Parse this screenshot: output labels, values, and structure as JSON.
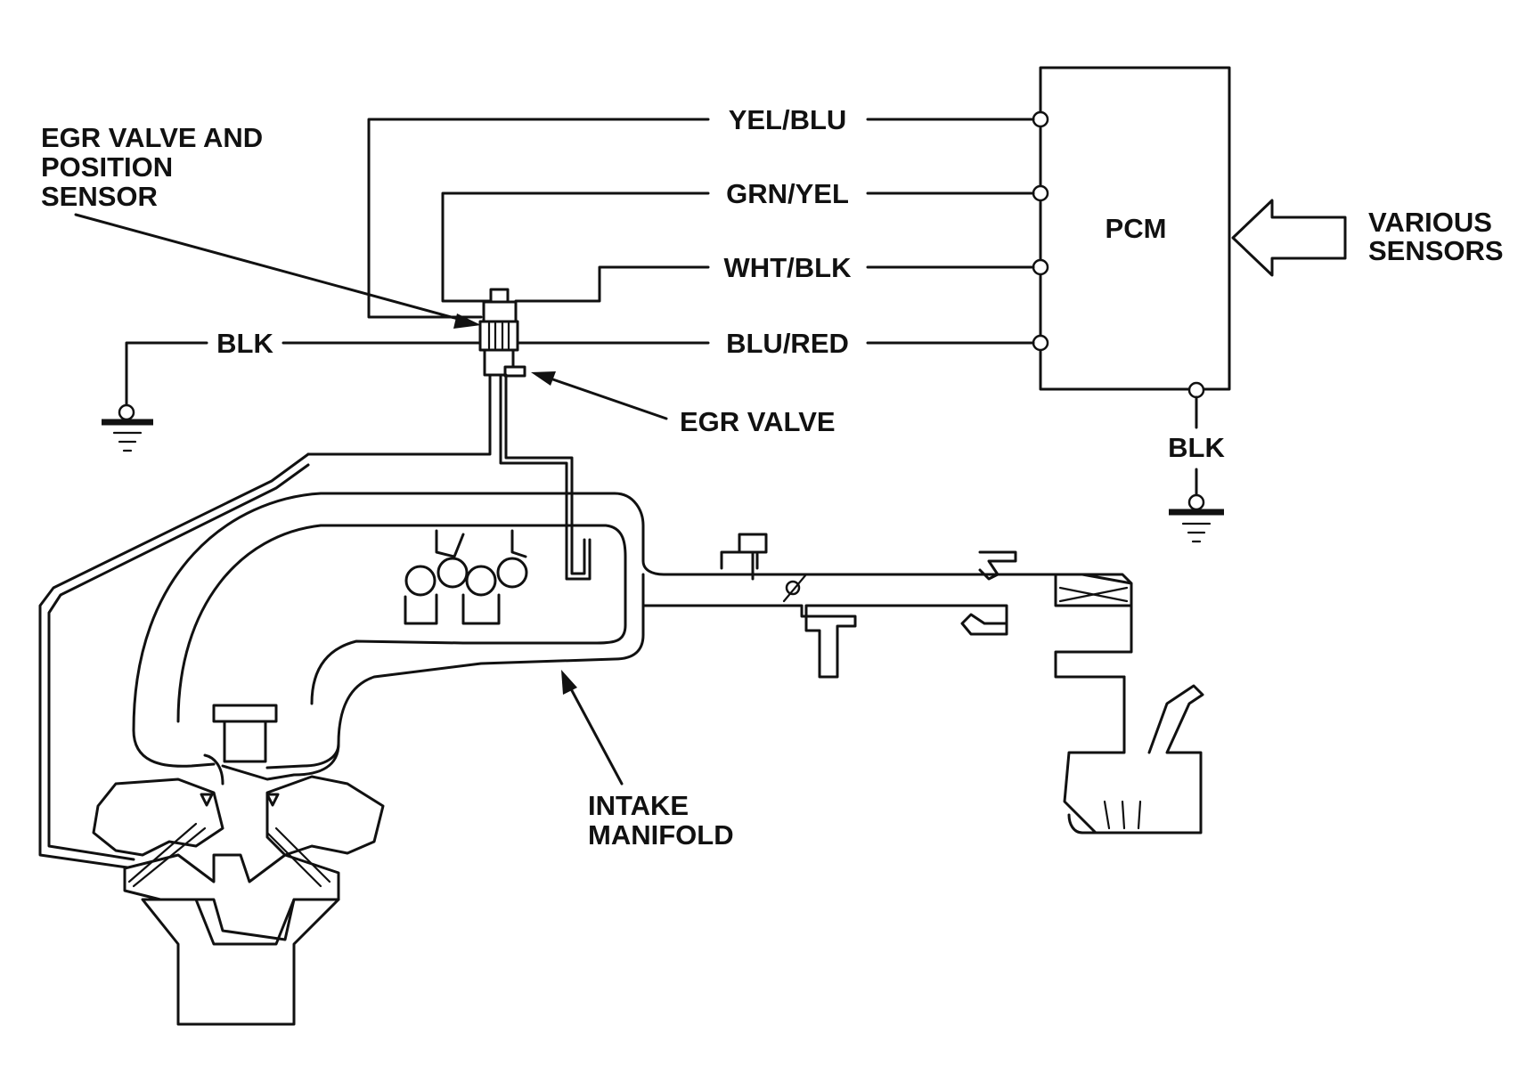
{
  "labels": {
    "egr_valve_sensor_line1": "EGR VALVE AND",
    "egr_valve_sensor_line2": "POSITION",
    "egr_valve_sensor_line3": "SENSOR",
    "egr_valve": "EGR VALVE",
    "pcm": "PCM",
    "various_line1": "VARIOUS",
    "various_line2": "SENSORS",
    "intake_line1": "INTAKE",
    "intake_line2": "MANIFOLD",
    "ground_left": "BLK",
    "ground_pcm": "BLK"
  },
  "wires": [
    {
      "label": "YEL/BLU"
    },
    {
      "label": "GRN/YEL"
    },
    {
      "label": "WHT/BLK"
    },
    {
      "label": "BLU/RED"
    }
  ],
  "icons": [
    "ground-symbol",
    "input-arrow",
    "egr-valve-connector",
    "engine-cutaway"
  ]
}
